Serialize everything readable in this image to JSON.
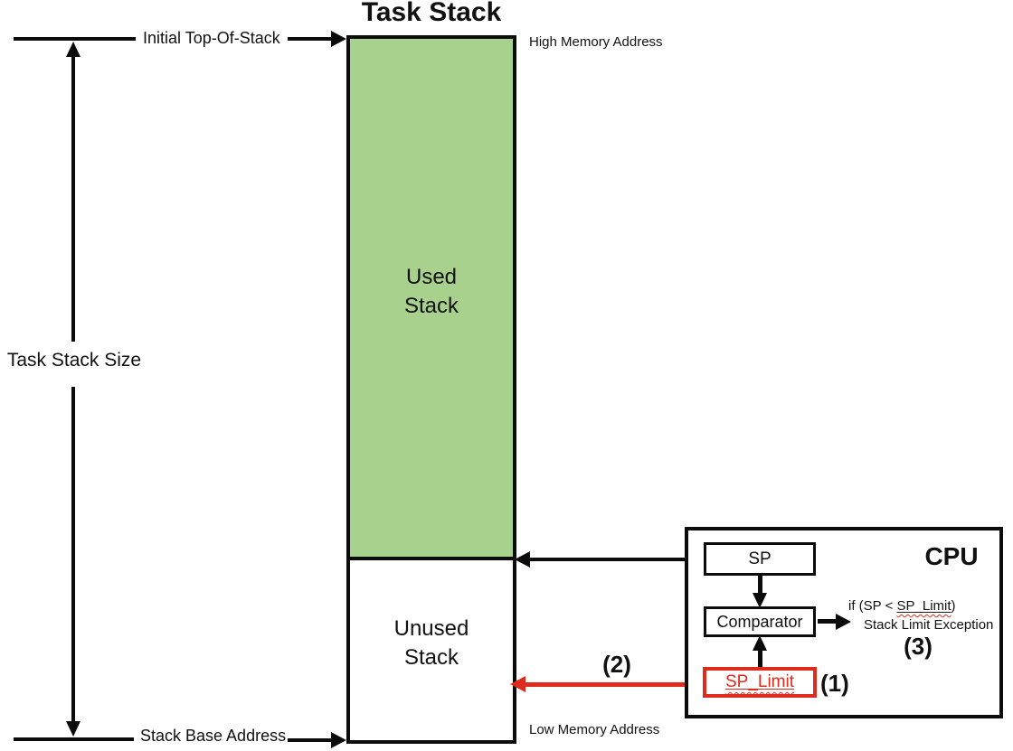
{
  "colors": {
    "stack_used_fill": "#a9d18e",
    "alert_red": "#de2b1e",
    "line_black": "#0b0b0b"
  },
  "title": "Task Stack",
  "stack": {
    "used_label": "Used\nStack",
    "unused_label": "Unused\nStack"
  },
  "labels": {
    "high_memory": "High Memory Address",
    "low_memory": "Low Memory Address",
    "initial_top_of_stack": "Initial Top-Of-Stack",
    "task_stack_size": "Task Stack Size",
    "stack_base_address": "Stack Base Address"
  },
  "cpu": {
    "title": "CPU",
    "sp_register": "SP",
    "comparator": "Comparator",
    "sp_limit_register": "SP_Limit",
    "condition": {
      "prefix": "if (SP < ",
      "term": "SP_Limit",
      "suffix": ")"
    },
    "exception_text": "Stack Limit Exception",
    "step1": "(1)",
    "step2": "(2)",
    "step3": "(3)"
  }
}
